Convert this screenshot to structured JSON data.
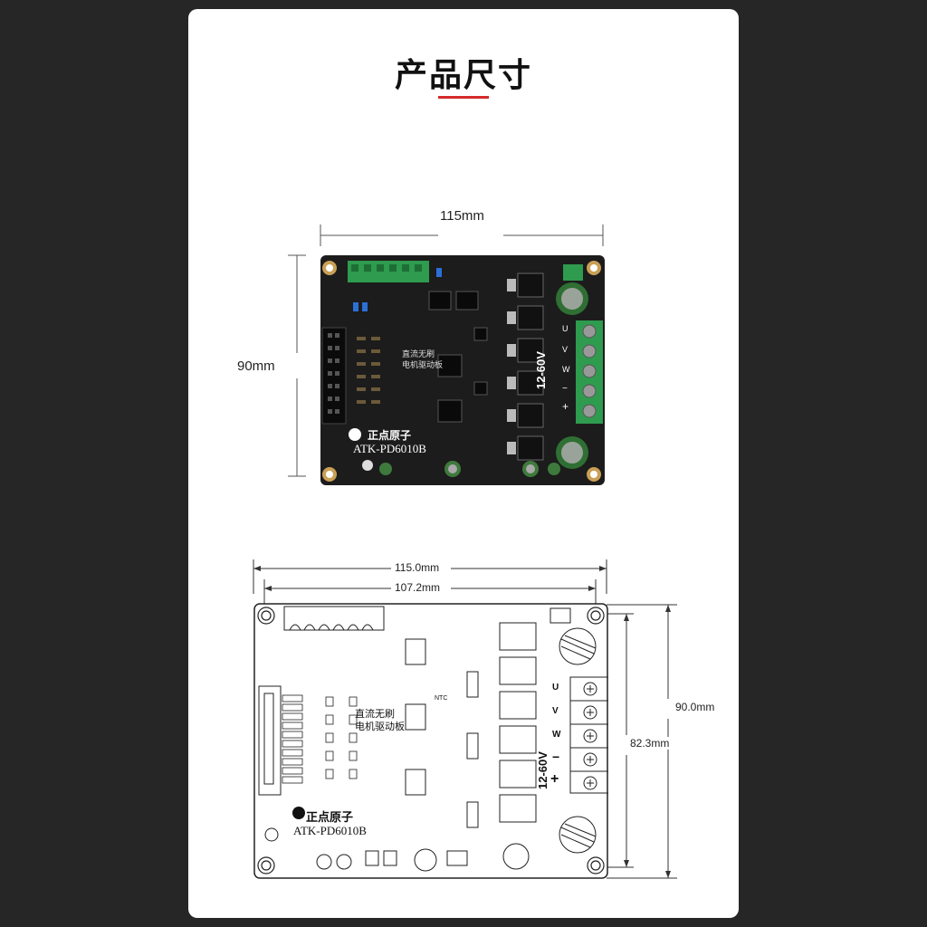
{
  "title": "产品尺寸",
  "photo": {
    "width_label": "115mm",
    "height_label": "90mm",
    "board_title_cn": "直流无刷",
    "board_subtitle_cn": "电机驱动板",
    "brand_cn": "正点原子",
    "model": "ATK-PD6010B",
    "voltage": "12-60V",
    "terminals": [
      "U",
      "V",
      "W",
      "−",
      "+"
    ]
  },
  "drawing": {
    "width_outer": "115.0mm",
    "width_inner": "107.2mm",
    "height_outer": "90.0mm",
    "height_inner": "82.3mm",
    "board_title_cn": "直流无刷",
    "board_subtitle_cn": "电机驱动板",
    "brand_cn": "正点原子",
    "model": "ATK-PD6010B",
    "voltage": "12-60V",
    "terminals": [
      "U",
      "V",
      "W",
      "−",
      "+"
    ],
    "ntc_label": "NTC"
  },
  "colors": {
    "accent": "#d42a2a",
    "pcb": "#1c1c1c",
    "terminal_green": "#2e9b4e"
  }
}
